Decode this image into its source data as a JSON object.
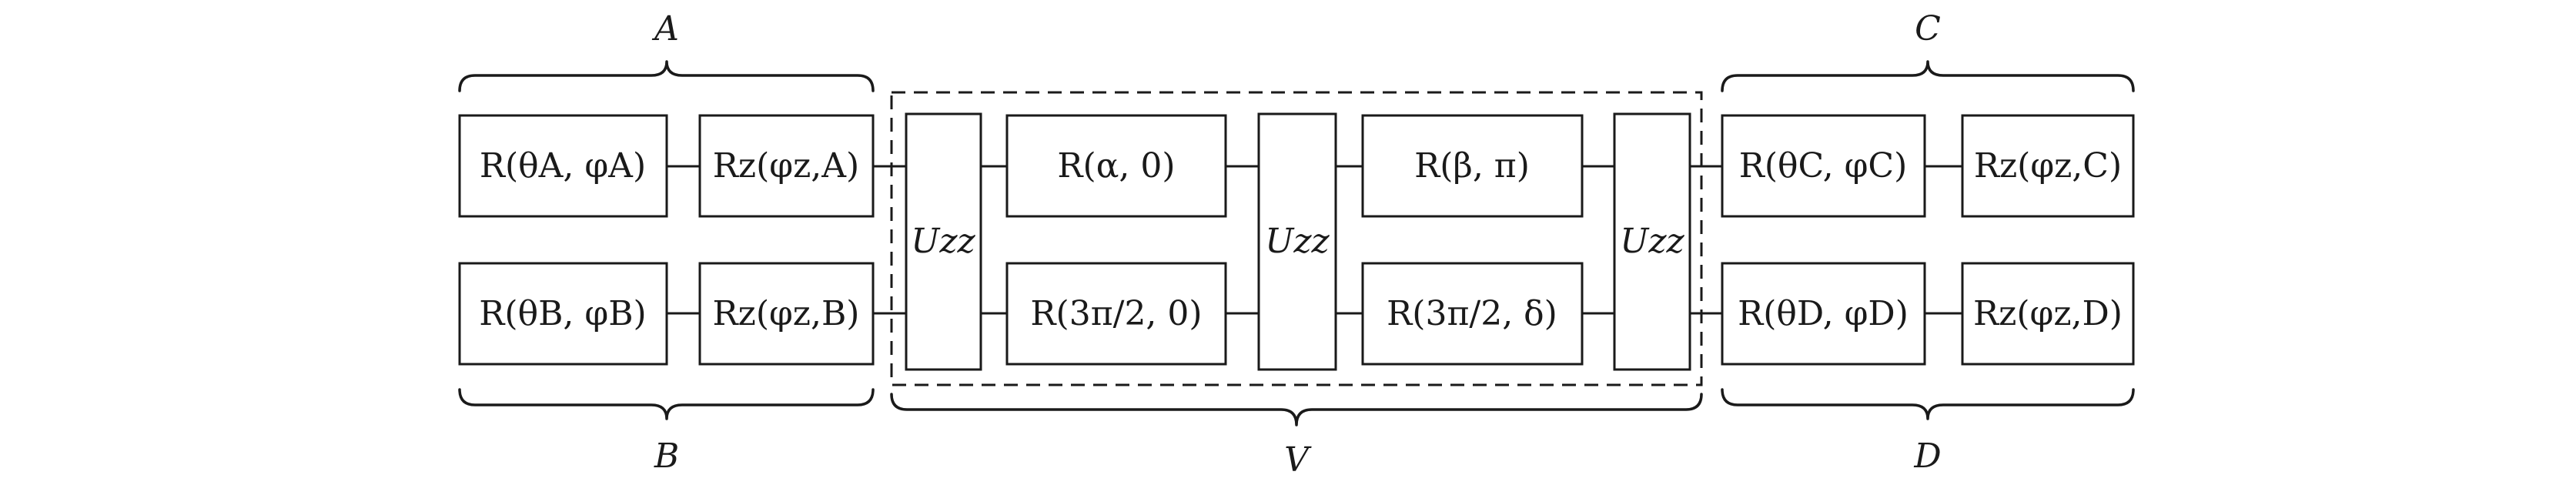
{
  "groups": {
    "A": "A",
    "B": "B",
    "C": "C",
    "D": "D",
    "V": "V"
  },
  "gates": {
    "r_a": "R(θA, φA)",
    "rz_a": "Rz(φz,A)",
    "r_b": "R(θB, φB)",
    "rz_b": "Rz(φz,B)",
    "uzz_1": "Uzz",
    "r_alpha": "R(α, 0)",
    "r_3pi2_0": "R(3π/2, 0)",
    "uzz_2": "Uzz",
    "r_beta": "R(β, π)",
    "r_3pi2_delta": "R(3π/2, δ)",
    "uzz_3": "Uzz",
    "r_c": "R(θC, φC)",
    "rz_c": "Rz(φz,C)",
    "r_d": "R(θD, φD)",
    "rz_d": "Rz(φz,D)"
  },
  "colors": {
    "stroke": "#1a1a1a",
    "background": "#ffffff"
  }
}
